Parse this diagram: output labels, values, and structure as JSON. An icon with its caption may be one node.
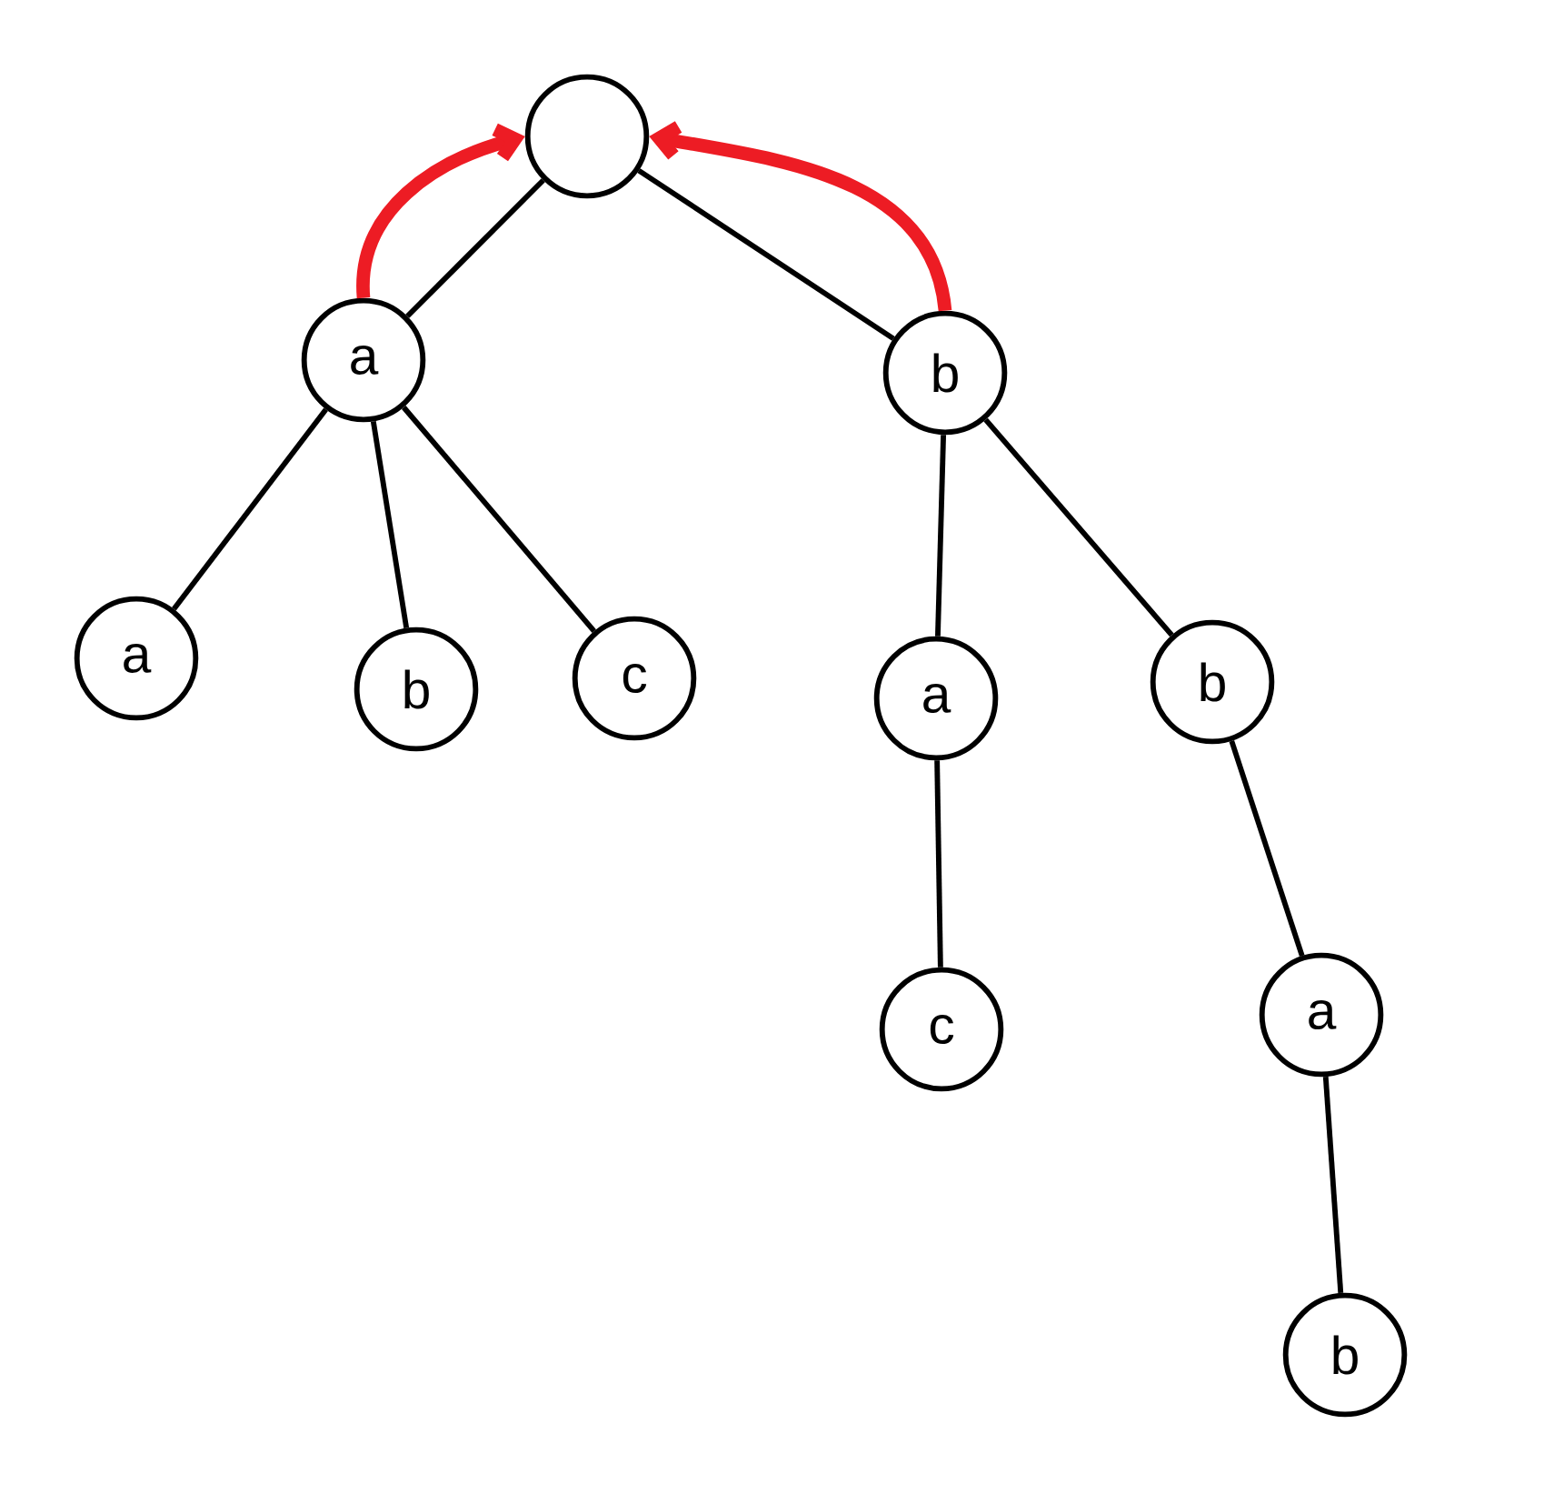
{
  "diagram": {
    "nodes": [
      {
        "text": [],
        "shape": "circle"
      },
      {
        "text": [
          "a"
        ]
      },
      {
        "text": [
          "b"
        ]
      },
      {
        "text": [
          "a"
        ]
      },
      {
        "text": [
          "b"
        ]
      },
      {
        "text": [
          "c"
        ]
      },
      {
        "text": [
          "a"
        ]
      },
      {
        "text": [
          "b"
        ]
      },
      {
        "text": [
          "c"
        ]
      },
      {
        "text": [
          "a"
        ]
      },
      {
        "text": [
          "b"
        ]
      }
    ],
    "edges": [
      {
        "from": 0,
        "to": 1,
        "arrow": "none"
      },
      {
        "from": 0,
        "to": 2,
        "arrow": "none"
      },
      {
        "from": 1,
        "to": 3,
        "arrow": "none"
      },
      {
        "from": 1,
        "to": 4,
        "arrow": "none"
      },
      {
        "from": 1,
        "to": 5,
        "arrow": "none"
      },
      {
        "from": 2,
        "to": 6,
        "arrow": "none"
      },
      {
        "from": 2,
        "to": 7,
        "arrow": "none"
      },
      {
        "from": 6,
        "to": 8,
        "arrow": "none"
      },
      {
        "from": 7,
        "to": 9,
        "arrow": "none"
      },
      {
        "from": 9,
        "to": 10,
        "arrow": "none"
      },
      {
        "from": 1,
        "to": 0,
        "arrow": "to",
        "style": "thick",
        "color": "#ed1c24"
      },
      {
        "from": 2,
        "to": 0,
        "arrow": "to",
        "style": "thick",
        "color": "#ed1c24"
      }
    ]
  }
}
